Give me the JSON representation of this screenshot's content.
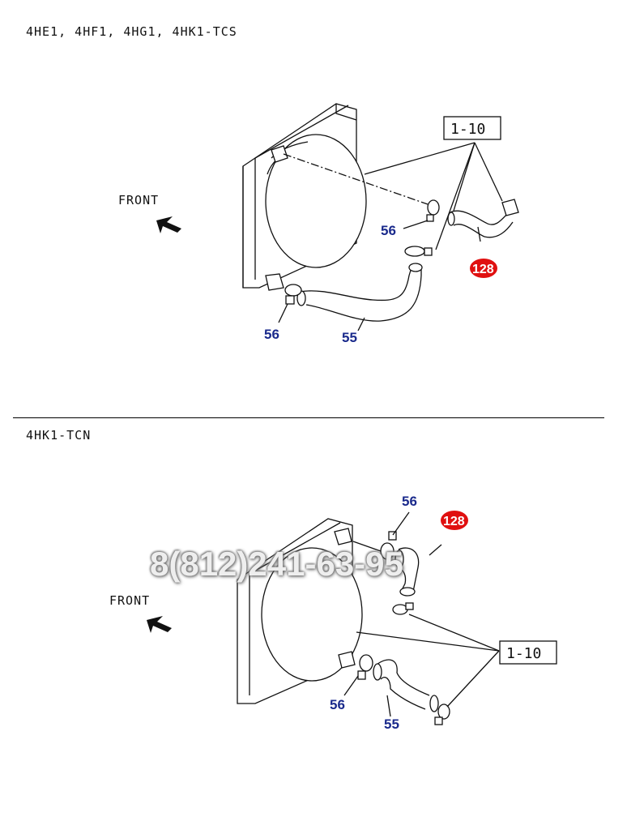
{
  "sections": [
    {
      "title": "4HE1, 4HF1, 4HG1, 4HK1-TCS",
      "front_label": "FRONT",
      "ref_box": "1-10",
      "callouts": {
        "clamp": "56",
        "hose_lower": "55",
        "clamp_lower": "56",
        "hose_upper": "128"
      }
    },
    {
      "title": "4HK1-TCN",
      "front_label": "FRONT",
      "ref_box": "1-10",
      "callouts": {
        "clamp": "56",
        "hose_lower": "55",
        "clamp_lower": "56",
        "hose_upper": "128"
      }
    }
  ],
  "watermark": "8(812)241-63-95",
  "colors": {
    "callout": "#1a2a8c",
    "highlight": "#e01010",
    "line": "#111111"
  }
}
